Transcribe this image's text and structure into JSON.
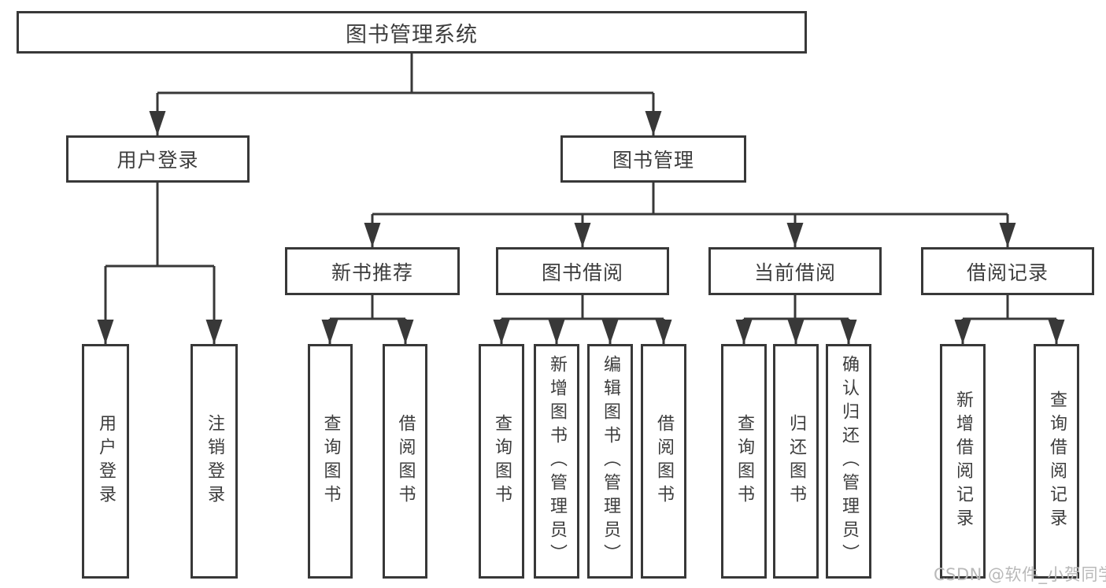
{
  "diagram": {
    "root_label": "图书管理系统",
    "branches": [
      {
        "label": "用户登录",
        "children": [
          {
            "label": "用户登录"
          },
          {
            "label": "注销登录"
          }
        ]
      },
      {
        "label": "图书管理",
        "groups": [
          {
            "label": "新书推荐",
            "children": [
              {
                "label": "查询图书"
              },
              {
                "label": "借阅图书"
              }
            ]
          },
          {
            "label": "图书借阅",
            "children": [
              {
                "label": "查询图书"
              },
              {
                "label": "新增图书（管理员）"
              },
              {
                "label": "编辑图书（管理员）"
              },
              {
                "label": "借阅图书"
              }
            ]
          },
          {
            "label": "当前借阅",
            "children": [
              {
                "label": "查询图书"
              },
              {
                "label": "归还图书"
              },
              {
                "label": "确认归还（管理员）"
              }
            ]
          },
          {
            "label": "借阅记录",
            "children": [
              {
                "label": "新增借阅记录"
              },
              {
                "label": "查询借阅记录"
              }
            ]
          }
        ]
      }
    ],
    "colors": {
      "line": "#383838",
      "text": "#3d3d3d",
      "watermark": "#b9b9b9",
      "background": "#ffffff"
    },
    "watermark": "CSDN @软件_小贺同学"
  }
}
